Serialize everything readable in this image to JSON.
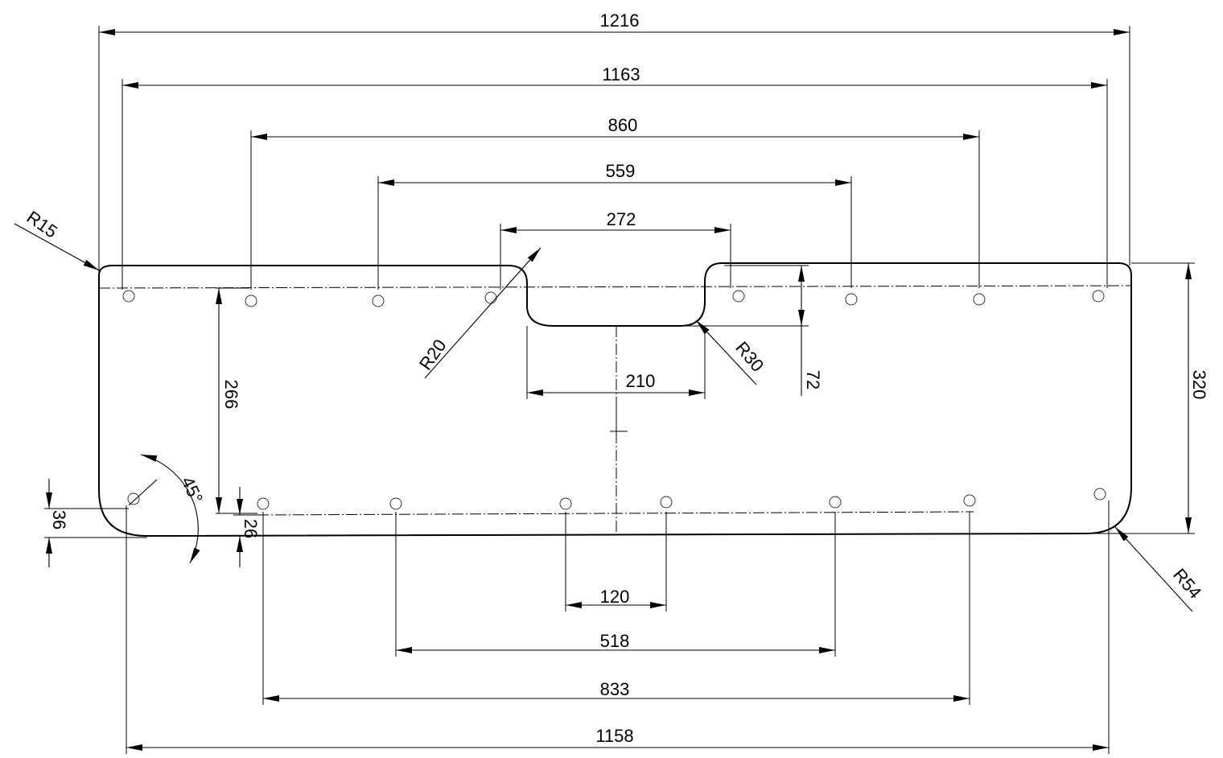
{
  "drawing": {
    "horizontal_dimensions": {
      "overall_top": "1216",
      "top_holes_outer": "1163",
      "top_holes_860": "860",
      "top_holes_559": "559",
      "notch_top": "272",
      "notch_bottom": "210",
      "bottom_holes_120": "120",
      "bottom_holes_518": "518",
      "bottom_holes_833": "833",
      "bottom_holes_outer": "1158"
    },
    "vertical_dimensions": {
      "overall_height": "320",
      "notch_depth": "72",
      "hole_row_spacing": "266",
      "bottom_hole_offset_36": "36",
      "bottom_hole_offset_26": "26"
    },
    "radii": {
      "top_left": "R15",
      "notch_left": "R20",
      "notch_right": "R30",
      "bottom_right": "R54"
    },
    "angle": "45°"
  }
}
